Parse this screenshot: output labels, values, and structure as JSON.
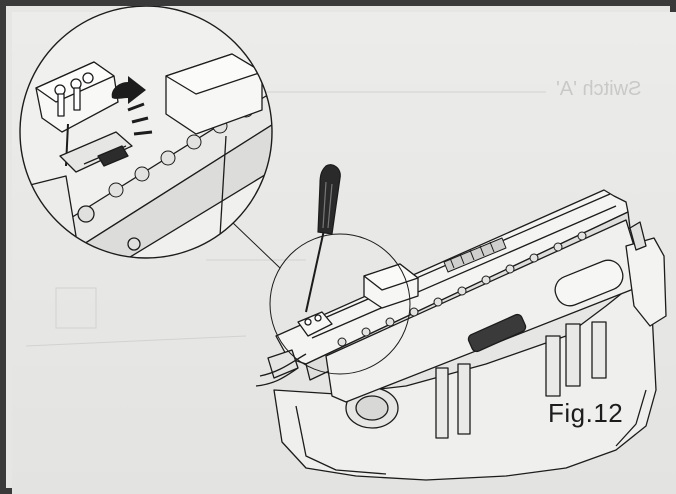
{
  "figure": {
    "label": "Fig.12",
    "bleed_through_text": "Switch 'A'"
  },
  "colors": {
    "paper": "#e6e6e4",
    "frame": "#3a3a3a",
    "line": "#1c1c1c",
    "ghost": "#c9c9c7"
  },
  "icons": [
    "screwdriver-icon",
    "arrow-icon",
    "callout-circle",
    "dishwasher-control-board"
  ]
}
